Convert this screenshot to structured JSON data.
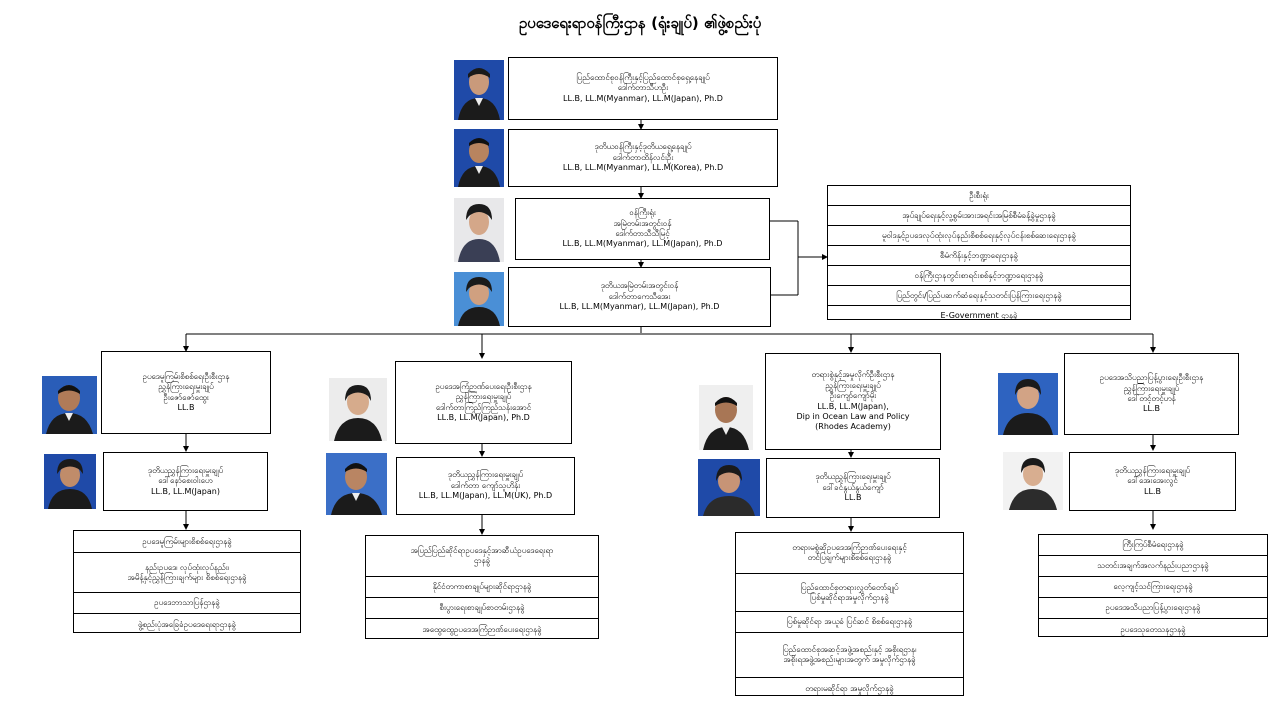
{
  "title": "ဥပဒေရေးရာဝန်ကြီးဌာန (ရုံးချုပ်) ၏ဖွဲ့စည်းပုံ",
  "colors": {
    "line": "#000000",
    "box_border": "#000000",
    "photo_bg_blue": "#1f4aa8",
    "photo_bg_white": "#f4f4f4"
  },
  "top": {
    "minister": [
      "ပြည်ထောင်စုဝန်ကြီးနှင့်ပြည်ထောင်စုရှေ့နေချုပ်",
      "ဒေါက်တာသီဟဦး",
      "LL.B, LL.M(Myanmar), LL.M(Japan), Ph.D"
    ],
    "deputy_minister": [
      "ဒုတိယဝန်ကြီးနှင့်ဒုတိယရှေ့နေချုပ်",
      "ဒေါက်တာထိန်လင်းဦး",
      "LL.B, LL.M(Myanmar), LL.M(Korea), Ph.D"
    ],
    "permanent_secretary": [
      "ဝန်ကြီးရုံး",
      "အမြဲတမ်းအတွင်းဝန်",
      "ဒေါက်တာသီသီမြင့်",
      "LL.B, LL.M(Myanmar), LL.M(Japan), Ph.D"
    ],
    "deputy_permanent_secretary": [
      "ဒုတိယအမြဲတမ်းအတွင်းဝန်",
      "ဒေါက်တာကေသီအေး",
      "LL.B, LL.M(Myanmar), LL.M(Japan), Ph.D"
    ]
  },
  "office_units": {
    "header": "ဦးစီးရုံး",
    "items": [
      "အုပ်ချုပ်ရေးနှင့်လူ့စွမ်းအားအရင်းအမြစ်စီမံခန့်ခွဲမှုဌာနခွဲ",
      "မူဝါဒနှင့်ဥပဒေလုပ်ထုံးလုပ်နည်းစိစစ်ရေးနှင့်လုပ်ငန်းစစ်ဆေးရေးဌာနခွဲ",
      "စီမံကိန်းနှင့်ဘဏ္ဍာရေးဌာနခွဲ",
      "ဝန်ကြီးဌာနတွင်းစာရင်းစစ်နှင့်ဘဏ္ဍာရေးဌာနခွဲ",
      "ပြည်တွင်း/ပြည်ပဆက်ဆံရေးနှင့်သတင်းပြန်ကြားရေးဌာနခွဲ",
      "E-Government ဌာနခွဲ"
    ]
  },
  "departments": [
    {
      "head": [
        "ဥပဒေမူကြမ်းစိစစ်ရေးဦးစီးဌာန",
        "ညွှန်ကြားရေးမှူးချုပ်",
        "ဦးဇော်ဇော်ထွေး",
        "LL.B"
      ],
      "deputy": [
        "ဒုတိယညွှန်ကြားရေးမှူးချုပ်",
        "ဒေါ်နော်စေးဝါးပော",
        "LL.B, LL.M(Japan)"
      ],
      "units": [
        "ဥပဒေမူကြမ်းများစိစစ်ရေးဌာနခွဲ",
        "နည်းဥပဒေ၊ လုပ်ထုံးလုပ်နည်း၊",
        "အမိန့်နှင့်ညွှန်ကြားချက်များ စိစစ်ရေးဌာနခွဲ",
        "ဥပဒေဘာသာပြန်ဌာနခွဲ",
        "ဖွဲ့စည်းပုံအခြေခံဥပဒေရေးရာဌာနခွဲ"
      ]
    },
    {
      "head": [
        "ဥပဒေအကြံဉာဏ်ပေးရေးဦးစီးဌာန",
        "ညွှန်ကြားရေးမှူးချုပ်",
        "ဒေါက်တာကြည်ကြည်သန်းအောင်",
        "LL.B, LL.M(Japan), Ph.D"
      ],
      "deputy": [
        "ဒုတိယညွှန်ကြားရေးမှူးချုပ်",
        "ဒေါက်တာ ကျော်သူဟိန်း",
        "LL.B, LL.M(Japan), LL.M(UK), Ph.D"
      ],
      "units": [
        "အပြည်ပြည်ဆိုင်ရာဥပဒေနှင့်အာဆီယံဥပဒေရေးရာ",
        "ဌာနခွဲ",
        "နိုင်ငံတကာစာချုပ်များဆိုင်ရာဌာနခွဲ",
        "စီးပွားရေးစာချုပ်စာတမ်းဌာနခွဲ",
        "အထွေထွေဥပဒေအကြံဉာဏ်ပေးရေးဌာနခွဲ"
      ]
    },
    {
      "head": [
        "တရားစွဲနှင့်အမှုလိုက်ဦးစီးဌာန",
        "ညွှန်ကြားရေးမှူးချုပ်",
        "ဦးကျော်ကျော်မိုး",
        "LL.B, LL.M(Japan),",
        "Dip in Ocean Law and Policy",
        "(Rhodes Academy)"
      ],
      "deputy": [
        "ဒုတိယညွှန်ကြားရေးမှူးချုပ်",
        "ဒေါ်ခင်နွယ်နွယ်ကျော်",
        "LL.B"
      ],
      "units": [
        "တရားမစွဲဆိုဥပဒေအကြံဉာဏ်ပေးရေးနှင့်",
        "တင်ပြချက်များစိစစ်ရေးဌာနခွဲ",
        "ပြည်ထောင်စုတရားလွှတ်တော်ချုပ်",
        "ပြစ်မှုဆိုင်ရာအမှုလိုက်ဌာနခွဲ",
        "ပြစ်မှုဆိုင်ရာ အယူခံ ပြင်ဆင် စိစစ်ရေးဌာနခွဲ",
        "ပြည်ထောင်စုအဆင့်အဖွဲ့အစည်းနှင့် အစိုးရဌာန၊",
        "အစိုးရအဖွဲ့အစည်းများအတွက် အမှုလိုက်ဌာနခွဲ",
        "တရားမဆိုင်ရာ အမှုလိုက်ဌာနခွဲ"
      ]
    },
    {
      "head": [
        "ဥပဒေအသိပညာပြန့်ပွားရေးဦးစီးဌာန",
        "ညွှန်ကြားရေးမှူးချုပ်",
        "ဒေါ်တင့်တင့်ဟန်",
        "LL.B"
      ],
      "deputy": [
        "ဒုတိယညွှန်ကြားရေးမှူးချုပ်",
        "ဒေါ်အေးအေးလွင်",
        "LL.B"
      ],
      "units": [
        "ကြီးကြပ်စီမံရေးဌာနခွဲ",
        "သတင်းအချက်အလက်နည်းပညာဌာနခွဲ",
        "လေ့ကျင့်သင်ကြားရေးဌာနခွဲ",
        "ဥပဒေအသိပညာပြန့်ပွားရေးဌာနခွဲ",
        "ဥပဒေသုတေသနဌာနခွဲ"
      ]
    }
  ]
}
